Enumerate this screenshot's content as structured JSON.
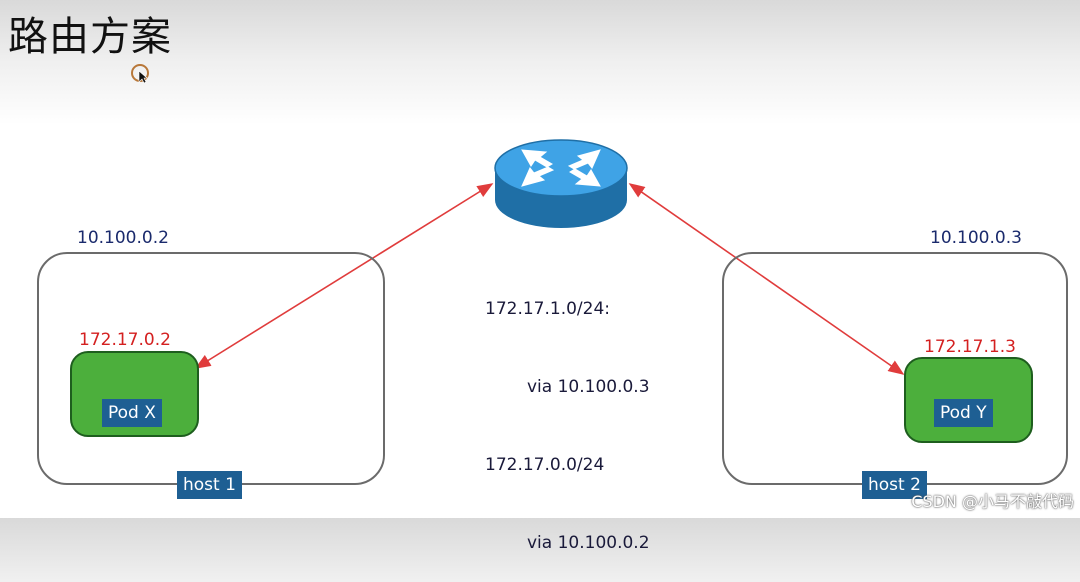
{
  "title": "路由方案",
  "router": {
    "icon": "router-icon"
  },
  "routes": {
    "line1": "172.17.1.0/24:",
    "line2": "via 10.100.0.3",
    "line3": "172.17.0.0/24",
    "line4": "via 10.100.0.2"
  },
  "host1": {
    "ip": "10.100.0.2",
    "label": "host 1",
    "pod_ip": "172.17.0.2",
    "pod_label": "Pod X"
  },
  "host2": {
    "ip": "10.100.0.3",
    "label": "host 2",
    "pod_ip": "172.17.1.3",
    "pod_label": "Pod Y"
  },
  "watermark": "CSDN @小马不敲代码",
  "colors": {
    "pod": "#4caf3c",
    "label_bg": "#1e5f93",
    "arrow": "#e03c3c",
    "router": "#1e88c8"
  }
}
